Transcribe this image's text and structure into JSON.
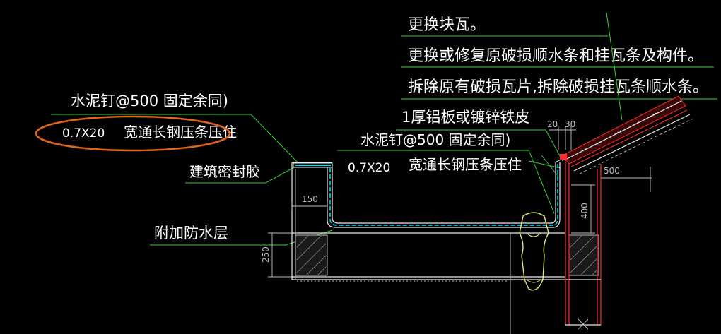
{
  "annotations": {
    "note_replace_tiles": "更换块瓦。",
    "note_repair_battens": "更换或修复原破损顺水条和挂瓦条及构件。",
    "note_remove_tiles": "拆除原有破损瓦片,拆除破损挂瓦条顺水条。",
    "note_flashing": "1厚铝板或镀锌铁皮",
    "nail_left": "水泥钉@500 固定余同)",
    "strip_left_size": "0.7X20",
    "strip_left_text": "宽通长钢压条压住",
    "nail_mid": "水泥钉@500 固定余同)",
    "strip_mid_size": "0.7X20",
    "strip_mid_text": "宽通长钢压条压住",
    "sealant": "建筑密封胶",
    "extra_waterproof": "附加防水层"
  },
  "dimensions": {
    "d20": "20",
    "d30": "30",
    "d150": "150",
    "d500": "500",
    "d400": "400",
    "d250": "250"
  },
  "colors": {
    "background": "#000000",
    "text": "#ffffff",
    "leader": "#3ad13a",
    "dimension": "#bdbdbd",
    "wall": "#ff2a2a",
    "waterproof_layer": "#00e0ff",
    "downpipe": "#e6e67a",
    "highlight_mark": "#e0641e",
    "structure": "#e8e8e8"
  }
}
